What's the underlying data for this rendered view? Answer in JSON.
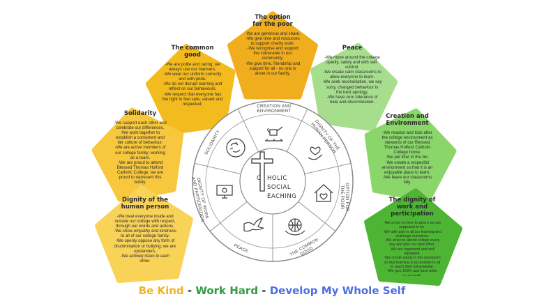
{
  "center": {
    "line1": "C",
    "line1b": "HOLIC",
    "line2": "SOCIAL",
    "line3": "EACHING"
  },
  "wheel_labels": {
    "creation": [
      "CREATION AND",
      "ENVIRONMENT"
    ],
    "dignity": [
      "DIGNITY OF THE",
      "HUMAN PERSON"
    ],
    "option": [
      "OPTION FOR",
      "THE POOR"
    ],
    "common": [
      "THE COMMON",
      "GOOD"
    ],
    "peace": [
      "PEACE"
    ],
    "work": [
      "DIGNITY OF WORK",
      "AND PARTICIPATION"
    ],
    "solidarity": [
      "SOLIDARITY"
    ]
  },
  "pentagons": {
    "option_poor": {
      "title": "The option\nfor the poor",
      "body": "-We are generous and share.\n-We give time and resources\nto support charity work.\n-We recognise and support\nthe vulnerable in our\ncommunity.\n-We give time, friendship and\nsupport for all - no one is\nalone in our family.",
      "color": "#F0AE1E"
    },
    "common_good": {
      "title": "The common\ngood",
      "body": "-We are polite and caring; we\nalways use our manners.\n-We wear our uniform correctly\nand with pride.\n-We do not disrupt learning and\nreflect on our behaviours.\n-We respect that everyone has\nthe right to feel safe, valued and\nrespected.",
      "color": "#F4BB1F"
    },
    "peace": {
      "title": "Peace",
      "body": "-We move around the college\nquietly, safely and with self-\ncontrol.\n-We create calm classrooms to\nallow everyone to learn.\n-We seek reconciliation, we say\nsorry, changed behaviour is\nthe best apology.\n-We have zero tolerance of\nhate and discrimination.",
      "color": "#A6DE8E"
    },
    "solidarity": {
      "title": "Solidarity",
      "body": "-We support each other and\ncelebrate our differences.\n-We work together to\nestablish a consistent and\nfair culture of behaviour.\n-We are active members of\nour college family; working\nas a team.\n-We are proud to attend\nBlessed Thomas Holford\nCatholic College, we are\nproud to represent this\nfamily.",
      "color": "#F7C83E"
    },
    "creation": {
      "title": "Creation and\nEnvironment",
      "body": "-We respect and look after\nthe college environment as\nstewards of our Blessed\nThomas Holford Catholic\nCollege home.\n-We put litter in the bin.\n-We create a respectful\nenvironment so that it is an\nenjoyable place to learn.\n-We leave our classrooms\ntidy.",
      "color": "#8BD66A"
    },
    "dignity_human": {
      "title": "Dignity of the\nhuman person",
      "body": "-We treat everyone inside and\noutside our college with respect,\nthrough our words and actions.\n-We show empathy and kindness\nto all of our college family.\n-We openly oppose any form of\ndiscrimination or bullying; we are\nupstanders.\n-We actively listen to each\nother.",
      "color": "#F9D258"
    },
    "dignity_work": {
      "title": "The dignity of\nwork and\nparticipation",
      "body": "-We arrive on time to where we are\nsupposed to be.\n-We take part in all our learning and\nchallenge ourselves.\n-We strive to attend college every\nday and give our best effort.\n-We are organised and well\nequipped.\n-We create equity in the classroom\nso that learning is accessible to all\nto reach their full potential.\n-We give 100% and have pride\nin our work.",
      "color": "#4DB533"
    }
  },
  "slogan": {
    "part1": "Be Kind",
    "sep1": " - ",
    "part2": "Work Hard",
    "sep2": " - ",
    "part3": "Develop My Whole Self",
    "color1": "#F0B41E",
    "color2": "#2E9E3E",
    "color3": "#4C6FE0",
    "color_sep": "#333333"
  },
  "icons": [
    "hands-icon",
    "watering-can-icon",
    "heart-hand-icon",
    "house-heart-icon",
    "globe-hands-icon",
    "dove-icon",
    "computer-gear-icon"
  ]
}
